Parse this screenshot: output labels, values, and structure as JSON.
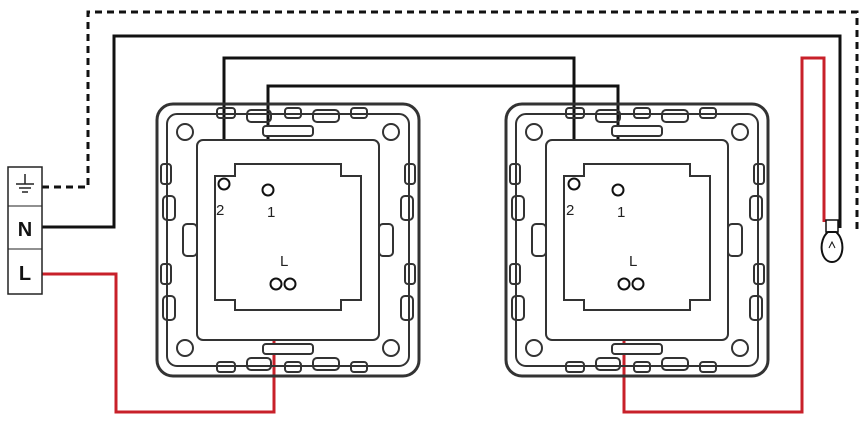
{
  "terminal_block": {
    "labels": [
      "N",
      "L"
    ],
    "earth_icon": "earth-ground-icon"
  },
  "switches": [
    {
      "terminals": {
        "t2": "2",
        "t1": "1",
        "common": "L"
      }
    },
    {
      "terminals": {
        "t2": "2",
        "t1": "1",
        "common": "L"
      }
    }
  ],
  "lamp": {
    "icon": "light-bulb-icon"
  },
  "colors": {
    "neutral_wire": "#111111",
    "live_wire": "#c8202a",
    "earth_wire": "#111111",
    "frame": "#333333"
  }
}
